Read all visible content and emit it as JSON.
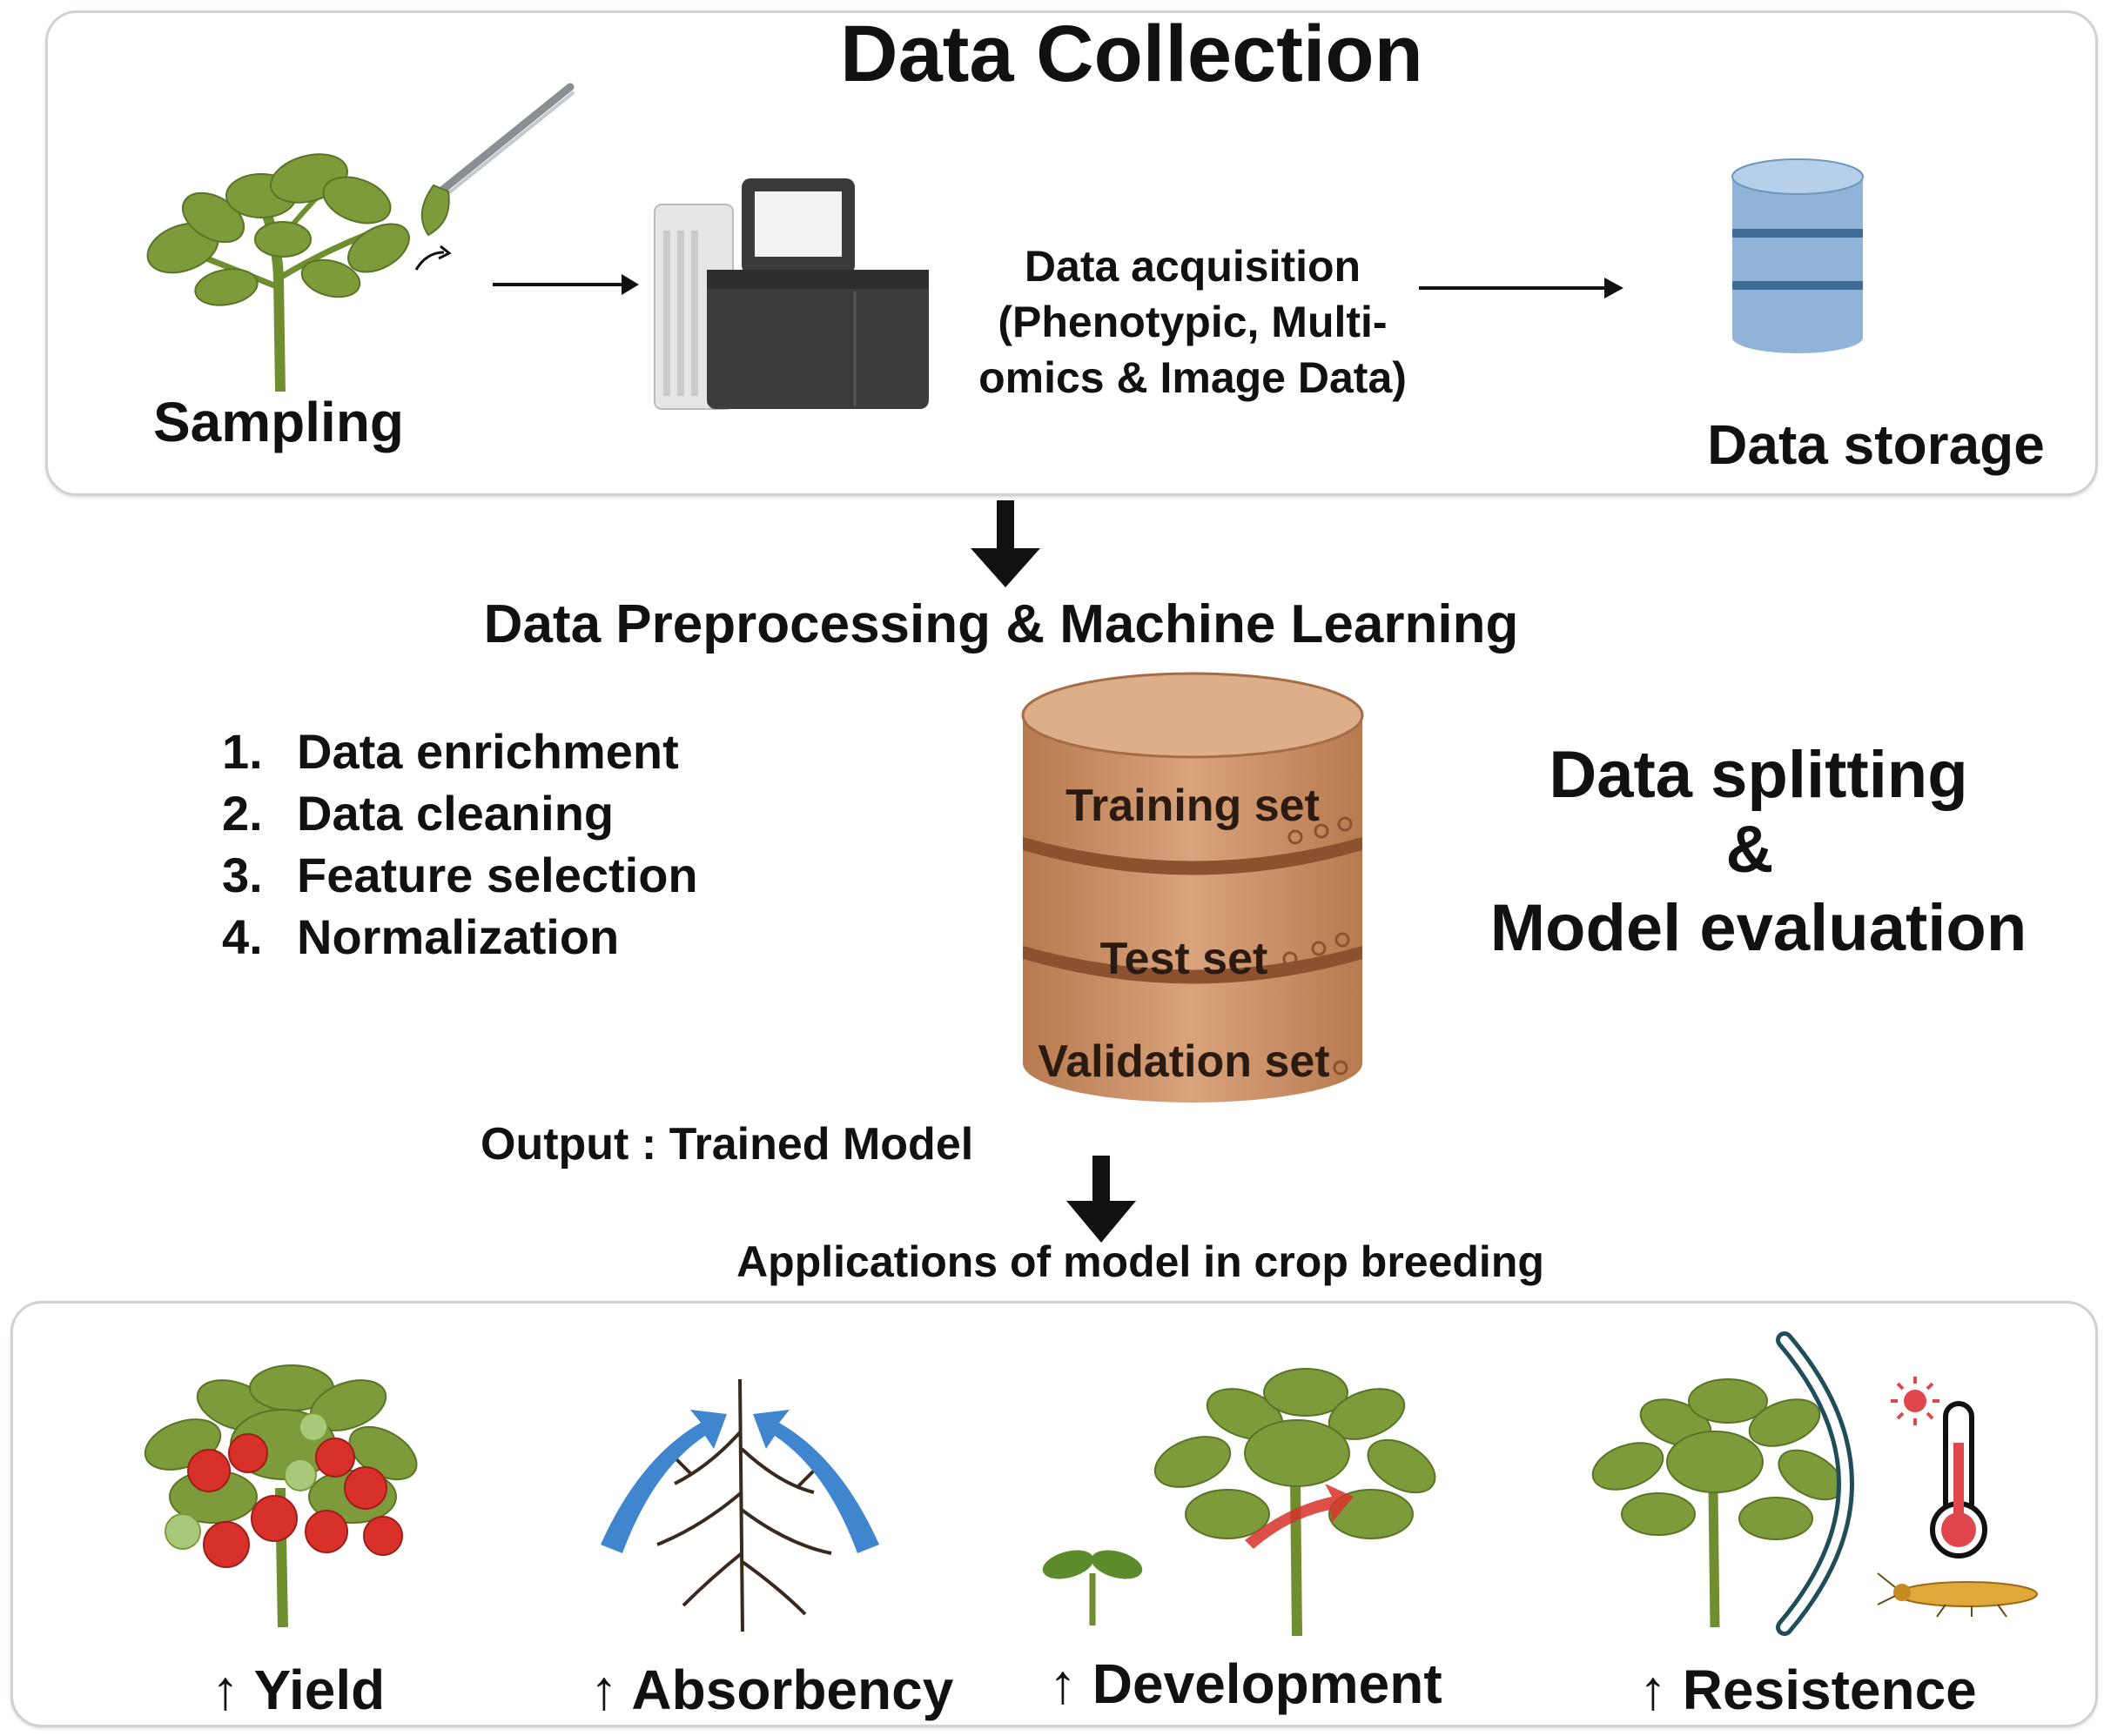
{
  "collection": {
    "title": "Data Collection",
    "sampling_label": "Sampling",
    "acquisition_lines": [
      "Data acquisition",
      "(Phenotypic, Multi-",
      "omics & Image Data)"
    ],
    "storage_label": "Data storage"
  },
  "processing": {
    "title": "Data Preprocessing & Machine Learning",
    "steps": [
      {
        "num": "1.",
        "label": "Data enrichment"
      },
      {
        "num": "2.",
        "label": "Data cleaning"
      },
      {
        "num": "3.",
        "label": "Feature selection"
      },
      {
        "num": "4.",
        "label": "Normalization"
      }
    ],
    "sets": {
      "training": "Training set",
      "test": "Test set",
      "validation": "Validation set"
    },
    "splitting_lines": [
      "Data splitting",
      "&",
      "Model evaluation"
    ],
    "output_label": "Output : Trained Model"
  },
  "applications": {
    "title": "Applications of model in crop breeding",
    "items": [
      {
        "arrow": "↑",
        "label": "Yield"
      },
      {
        "arrow": "↑",
        "label": "Absorbency"
      },
      {
        "arrow": "↑",
        "label": "Development"
      },
      {
        "arrow": "↑",
        "label": "Resistence"
      }
    ]
  },
  "colors": {
    "leaf": "#7d9b3a",
    "stem": "#6f8e2f",
    "tomato": "#d7312a",
    "storage_blue": "#8fb4d8",
    "database_brown": "#c98d63",
    "root_arrow": "#3f86cf",
    "shield": "#1f4e5a",
    "thermometer_red": "#e0474c"
  }
}
